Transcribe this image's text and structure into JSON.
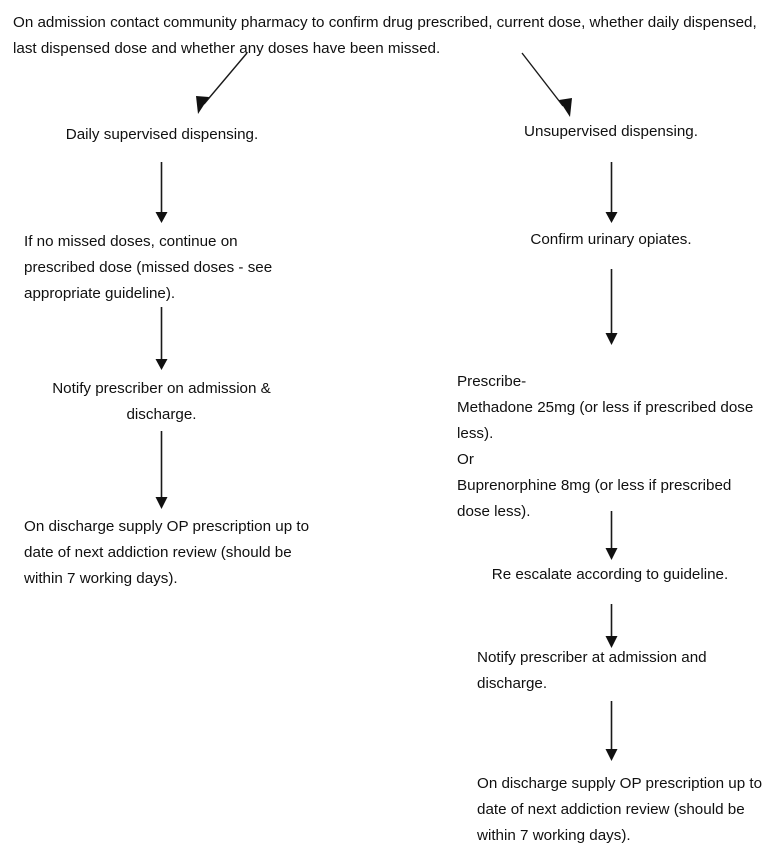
{
  "diagram": {
    "title": "On admission contact community pharmacy to confirm drug prescribed, current dose, whether daily dispensed, last dispensed dose and whether any doses have been missed.",
    "colors": {
      "background": "#ffffff",
      "text": "#101010",
      "arrow": "#1a1a1a"
    },
    "nodes": {
      "header": "On admission contact community pharmacy to confirm drug prescribed, current dose, whether daily dispensed, last dispensed dose and whether any doses have been missed.",
      "left_1": "Daily supervised dispensing.",
      "left_2": "If no missed doses, continue on prescribed dose (missed doses - see appropriate guideline).",
      "left_3": "Notify prescriber on admission & discharge.",
      "left_4": "On discharge supply OP prescription up to date of next addiction review (should be within 7 working days).",
      "right_1": "Unsupervised dispensing.",
      "right_2": "Confirm urinary opiates.",
      "right_3": "Prescribe-\nMethadone 25mg (or less if prescribed dose less).\nOr\nBuprenorphine 8mg (or less if prescribed dose less).",
      "right_4": "Re escalate according to guideline.",
      "right_5": "Notify prescriber at admission and discharge.",
      "right_6": "On discharge supply OP prescription up to date of next addiction review (should be within 7 working days)."
    },
    "connectors": [
      {
        "name": "header-to-daily-supervised",
        "type": "diagonal-down-left"
      },
      {
        "name": "header-to-unsupervised",
        "type": "diagonal-down-right"
      },
      {
        "name": "daily-supervised-to-no-missed-doses",
        "type": "vertical-down"
      },
      {
        "name": "no-missed-doses-to-notify-prescriber",
        "type": "vertical-down"
      },
      {
        "name": "notify-prescriber-to-discharge-supply",
        "type": "vertical-down"
      },
      {
        "name": "unsupervised-to-confirm-urinary-opiates",
        "type": "vertical-down"
      },
      {
        "name": "confirm-urinary-opiates-to-prescribe",
        "type": "vertical-down"
      },
      {
        "name": "prescribe-to-re-escalate",
        "type": "vertical-down"
      },
      {
        "name": "re-escalate-to-notify-prescriber",
        "type": "vertical-down"
      },
      {
        "name": "notify-prescriber-to-discharge-supply",
        "type": "vertical-down"
      }
    ]
  }
}
